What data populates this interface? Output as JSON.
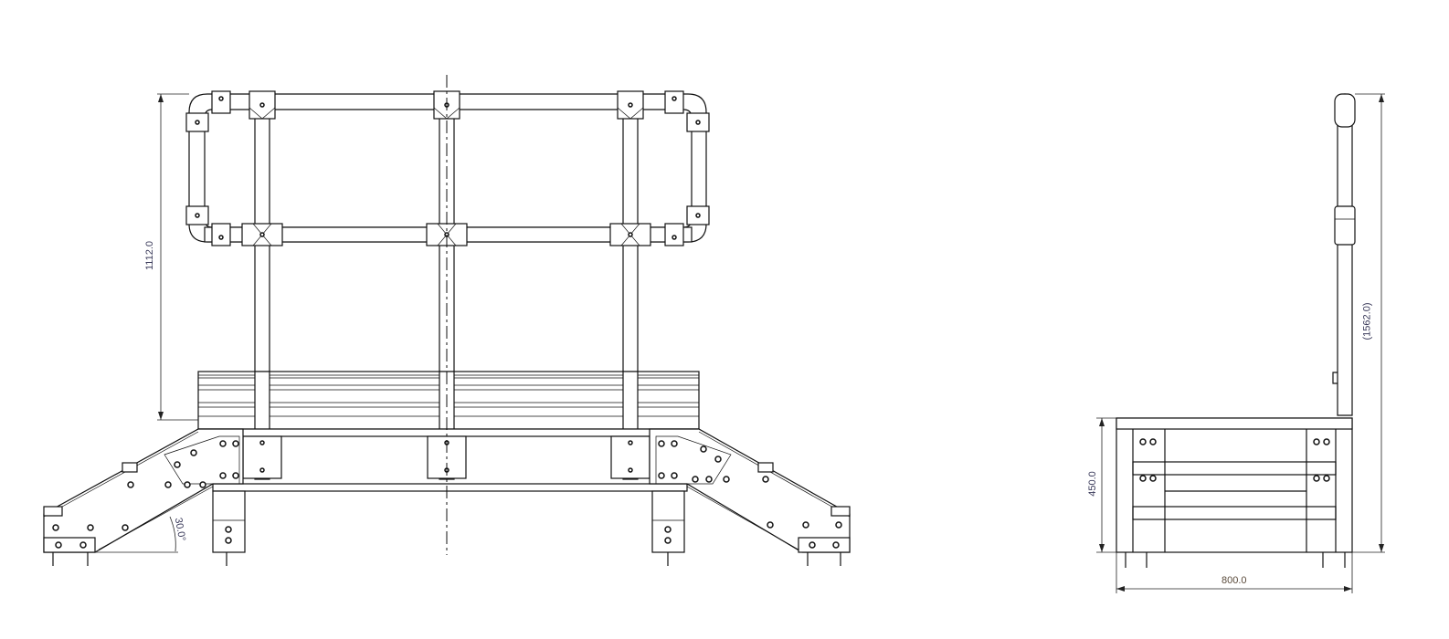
{
  "drawing": {
    "front_view": {
      "height_dimension": "1112.0",
      "stair_angle": "30.0°"
    },
    "side_view": {
      "overall_height_dimension": "(1562.0)",
      "platform_height_dimension": "450.0",
      "width_dimension": "800.0"
    },
    "colors": {
      "line": "#111111",
      "dimension_text": "#3a3a5a"
    }
  }
}
